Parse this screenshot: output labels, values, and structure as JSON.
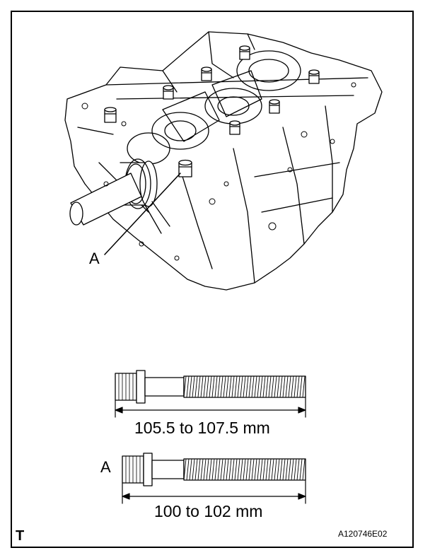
{
  "figure": {
    "callout_label": "A",
    "bolt_long": {
      "dimension_text": "105.5 to 107.5 mm"
    },
    "bolt_short": {
      "label": "A",
      "dimension_text": "100 to 102 mm"
    },
    "corner_mark": "T",
    "figure_code": "A120746E02"
  }
}
